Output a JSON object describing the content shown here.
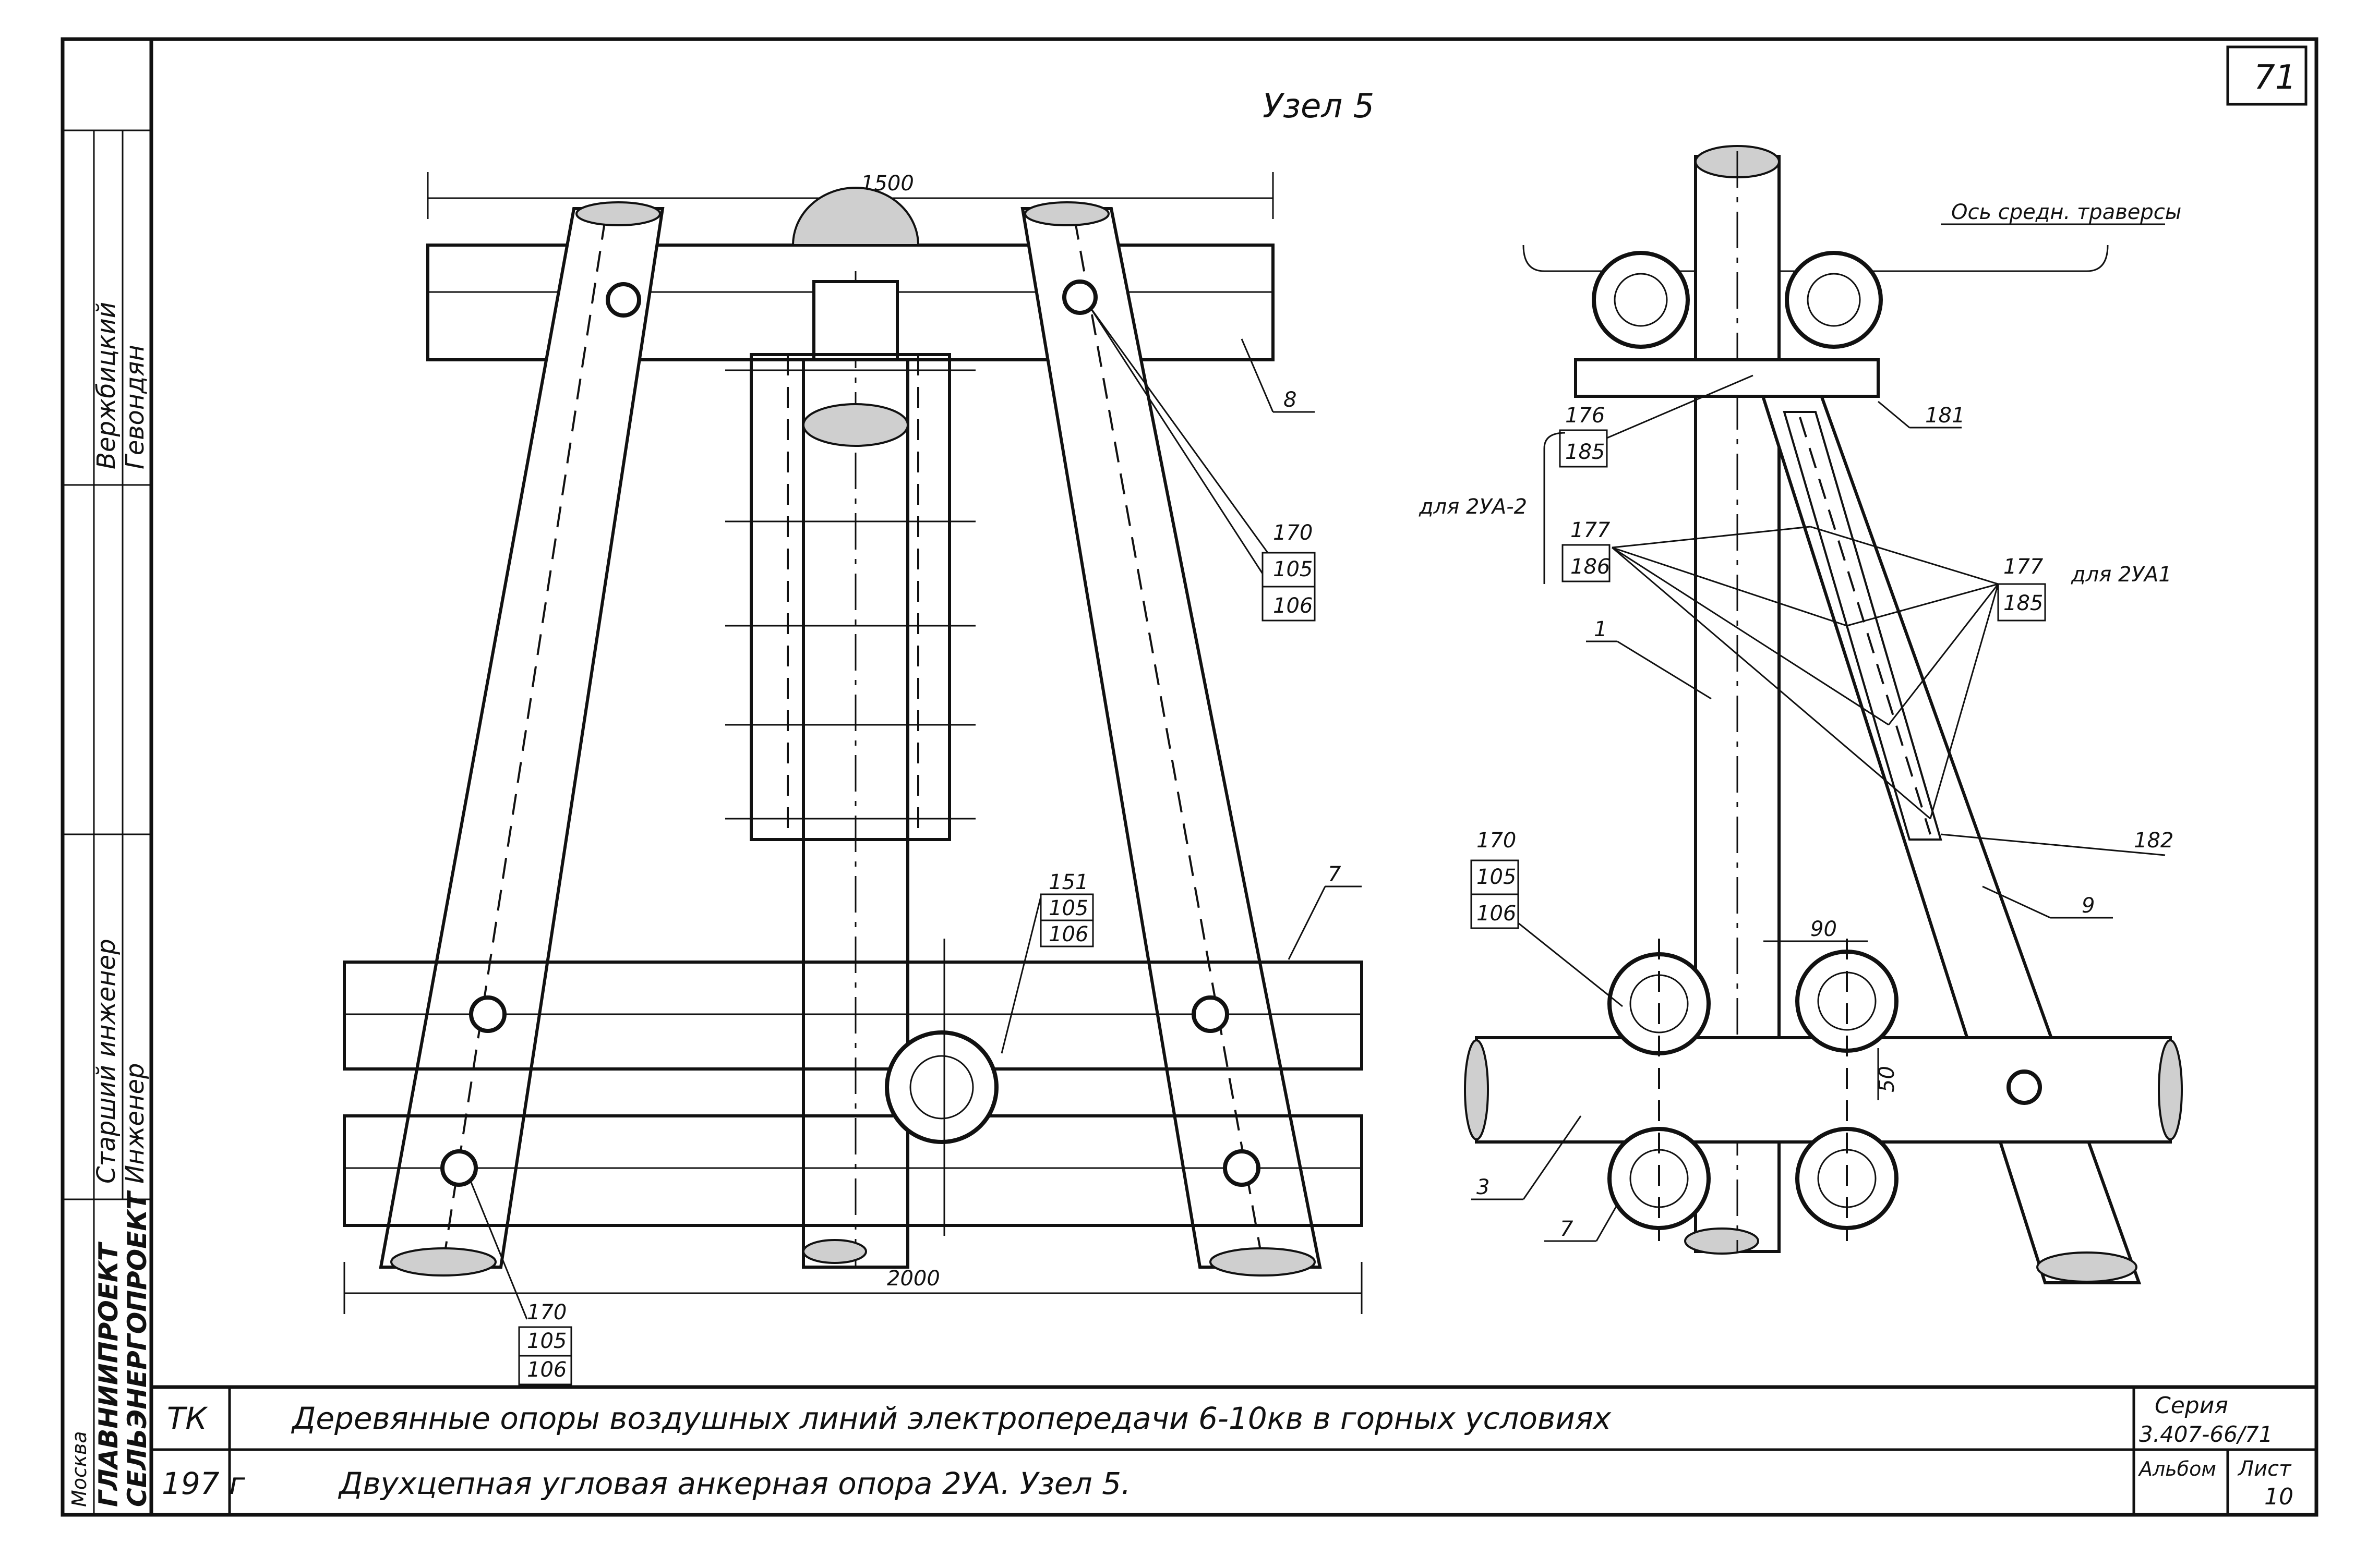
{
  "sheet_number": "71",
  "node_title": "Узел 5",
  "left_view": {
    "dim_top": "1500",
    "dim_bottom": "2000",
    "callouts": {
      "crossarm_top": "8",
      "crossarm_bottom": "7",
      "bolt_right_top": [
        "170",
        "105",
        "106"
      ],
      "bolt_center": [
        "151",
        "105",
        "106"
      ],
      "bolt_left_bottom": [
        "170",
        "105",
        "106"
      ]
    }
  },
  "right_view": {
    "axis_label": "Ось средн. траверсы",
    "for_2ua2": "для 2УА-2",
    "for_2ua1": "для 2УА1",
    "callouts": {
      "c176": [
        "176",
        "185"
      ],
      "c177_left": [
        "177",
        "186"
      ],
      "c177_right": [
        "177",
        "185"
      ],
      "c181": "181",
      "c1": "1",
      "c182": "182",
      "c9": "9",
      "c170": [
        "170",
        "105",
        "106"
      ],
      "c3": "3",
      "c7": "7",
      "dim_90": "90",
      "dim_50": "50"
    }
  },
  "side_stamp": {
    "org1": "ГЛАВНИИПРОЕКТ",
    "org2": "СЕЛЬЭНЕРГОПРОЕКТ",
    "city": "Москва",
    "role1": "Старший инженер",
    "role2": "Инженер",
    "name1": "Вержбицкий",
    "name2": "Гевондян"
  },
  "title_block": {
    "code": "ТК",
    "year": "197 г",
    "line1": "Деревянные опоры воздушных линий электропередачи 6-10кв в горных условиях",
    "line2": "Двухцепная угловая анкерная опора 2УА. Узел 5.",
    "series_label": "Серия",
    "series_value": "3.407-66/71",
    "album_label": "Альбом",
    "album_value": "10",
    "list_label": "Лист"
  }
}
